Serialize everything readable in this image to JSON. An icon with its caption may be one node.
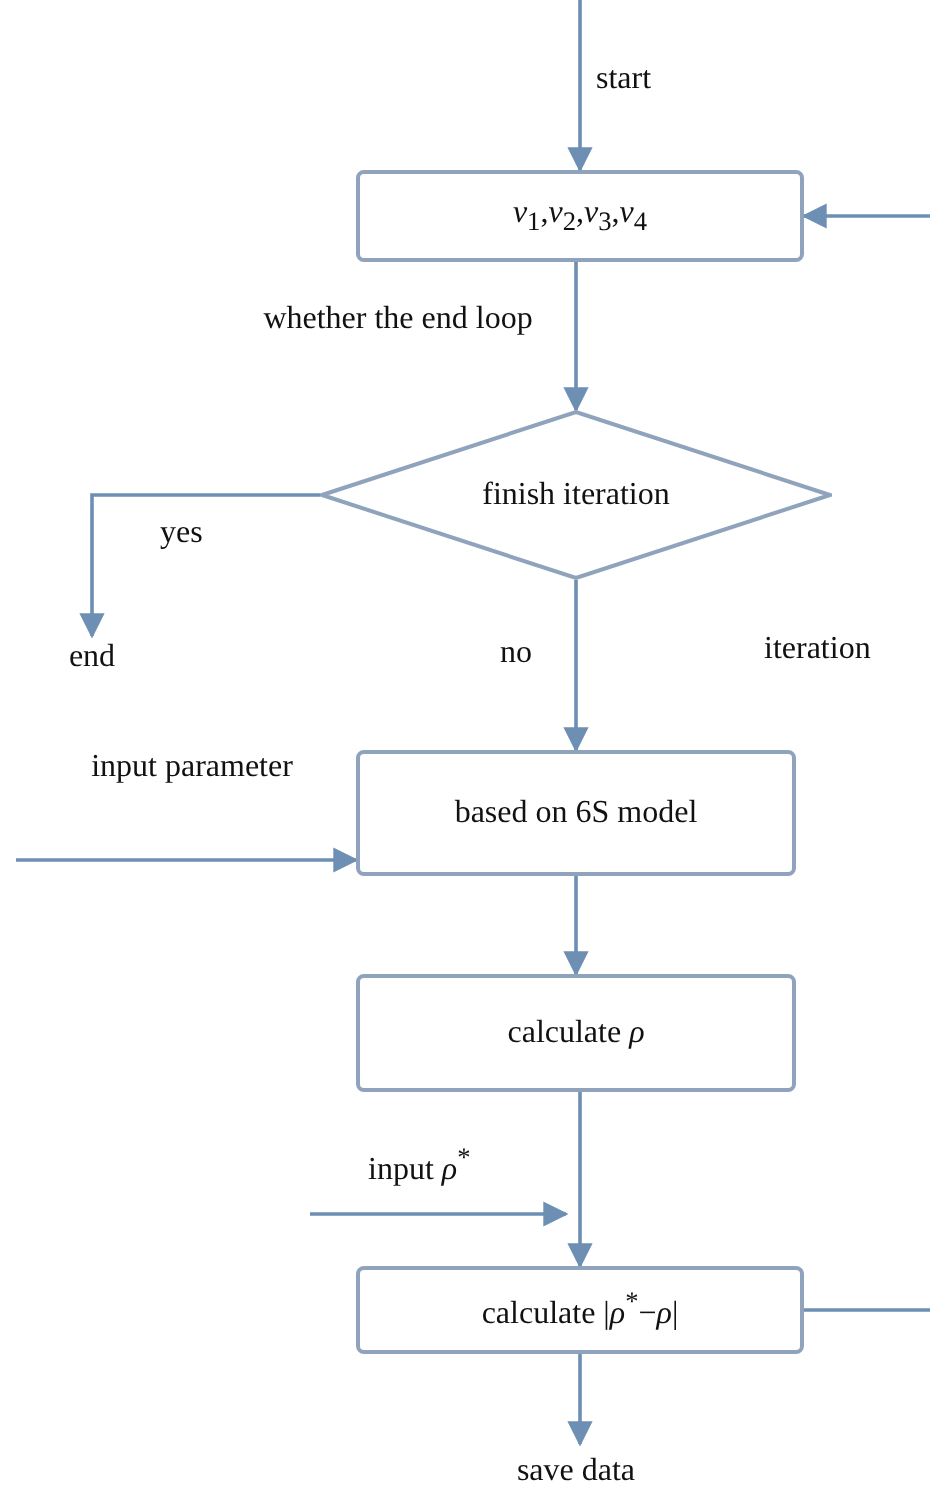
{
  "diagram": {
    "nodes": [
      {
        "text": [
          "*v*$_{1}$,*v*$_{2}$,*v*$_{3}$,*v*$_{4}$"
        ]
      },
      {
        "text": [
          "finish iteration"
        ]
      },
      {
        "text": [
          "end"
        ]
      },
      {
        "text": [
          "based on 6S model"
        ]
      },
      {
        "text": [
          "calculate *ρ*"
        ]
      },
      {
        "text": [
          "calculate |*ρ*$^{*}$−*ρ*|"
        ]
      },
      {
        "text": [
          "save data"
        ]
      }
    ],
    "edges": [
      {
        "from": null,
        "to": 0,
        "arrow": "to",
        "label": "start"
      },
      {
        "from": 0,
        "to": 1,
        "arrow": "to",
        "label": "whether the end loop"
      },
      {
        "from": 1,
        "to": 2,
        "arrow": "to",
        "label": "yes"
      },
      {
        "from": 1,
        "to": 3,
        "arrow": "to",
        "label": "no"
      },
      {
        "from": null,
        "to": 3,
        "arrow": "to",
        "label": "input parameter"
      },
      {
        "from": 3,
        "to": 4,
        "arrow": "to"
      },
      {
        "from": 4,
        "to": 5,
        "arrow": "to"
      },
      {
        "from": null,
        "to": 5,
        "arrow": "to",
        "label": "input *ρ*$^{*}$"
      },
      {
        "from": 5,
        "to": null,
        "arrow": "none"
      },
      {
        "from": null,
        "to": 0,
        "arrow": "to"
      },
      {
        "from": 5,
        "to": 6,
        "arrow": "to"
      }
    ],
    "labels": [
      "iteration"
    ]
  }
}
